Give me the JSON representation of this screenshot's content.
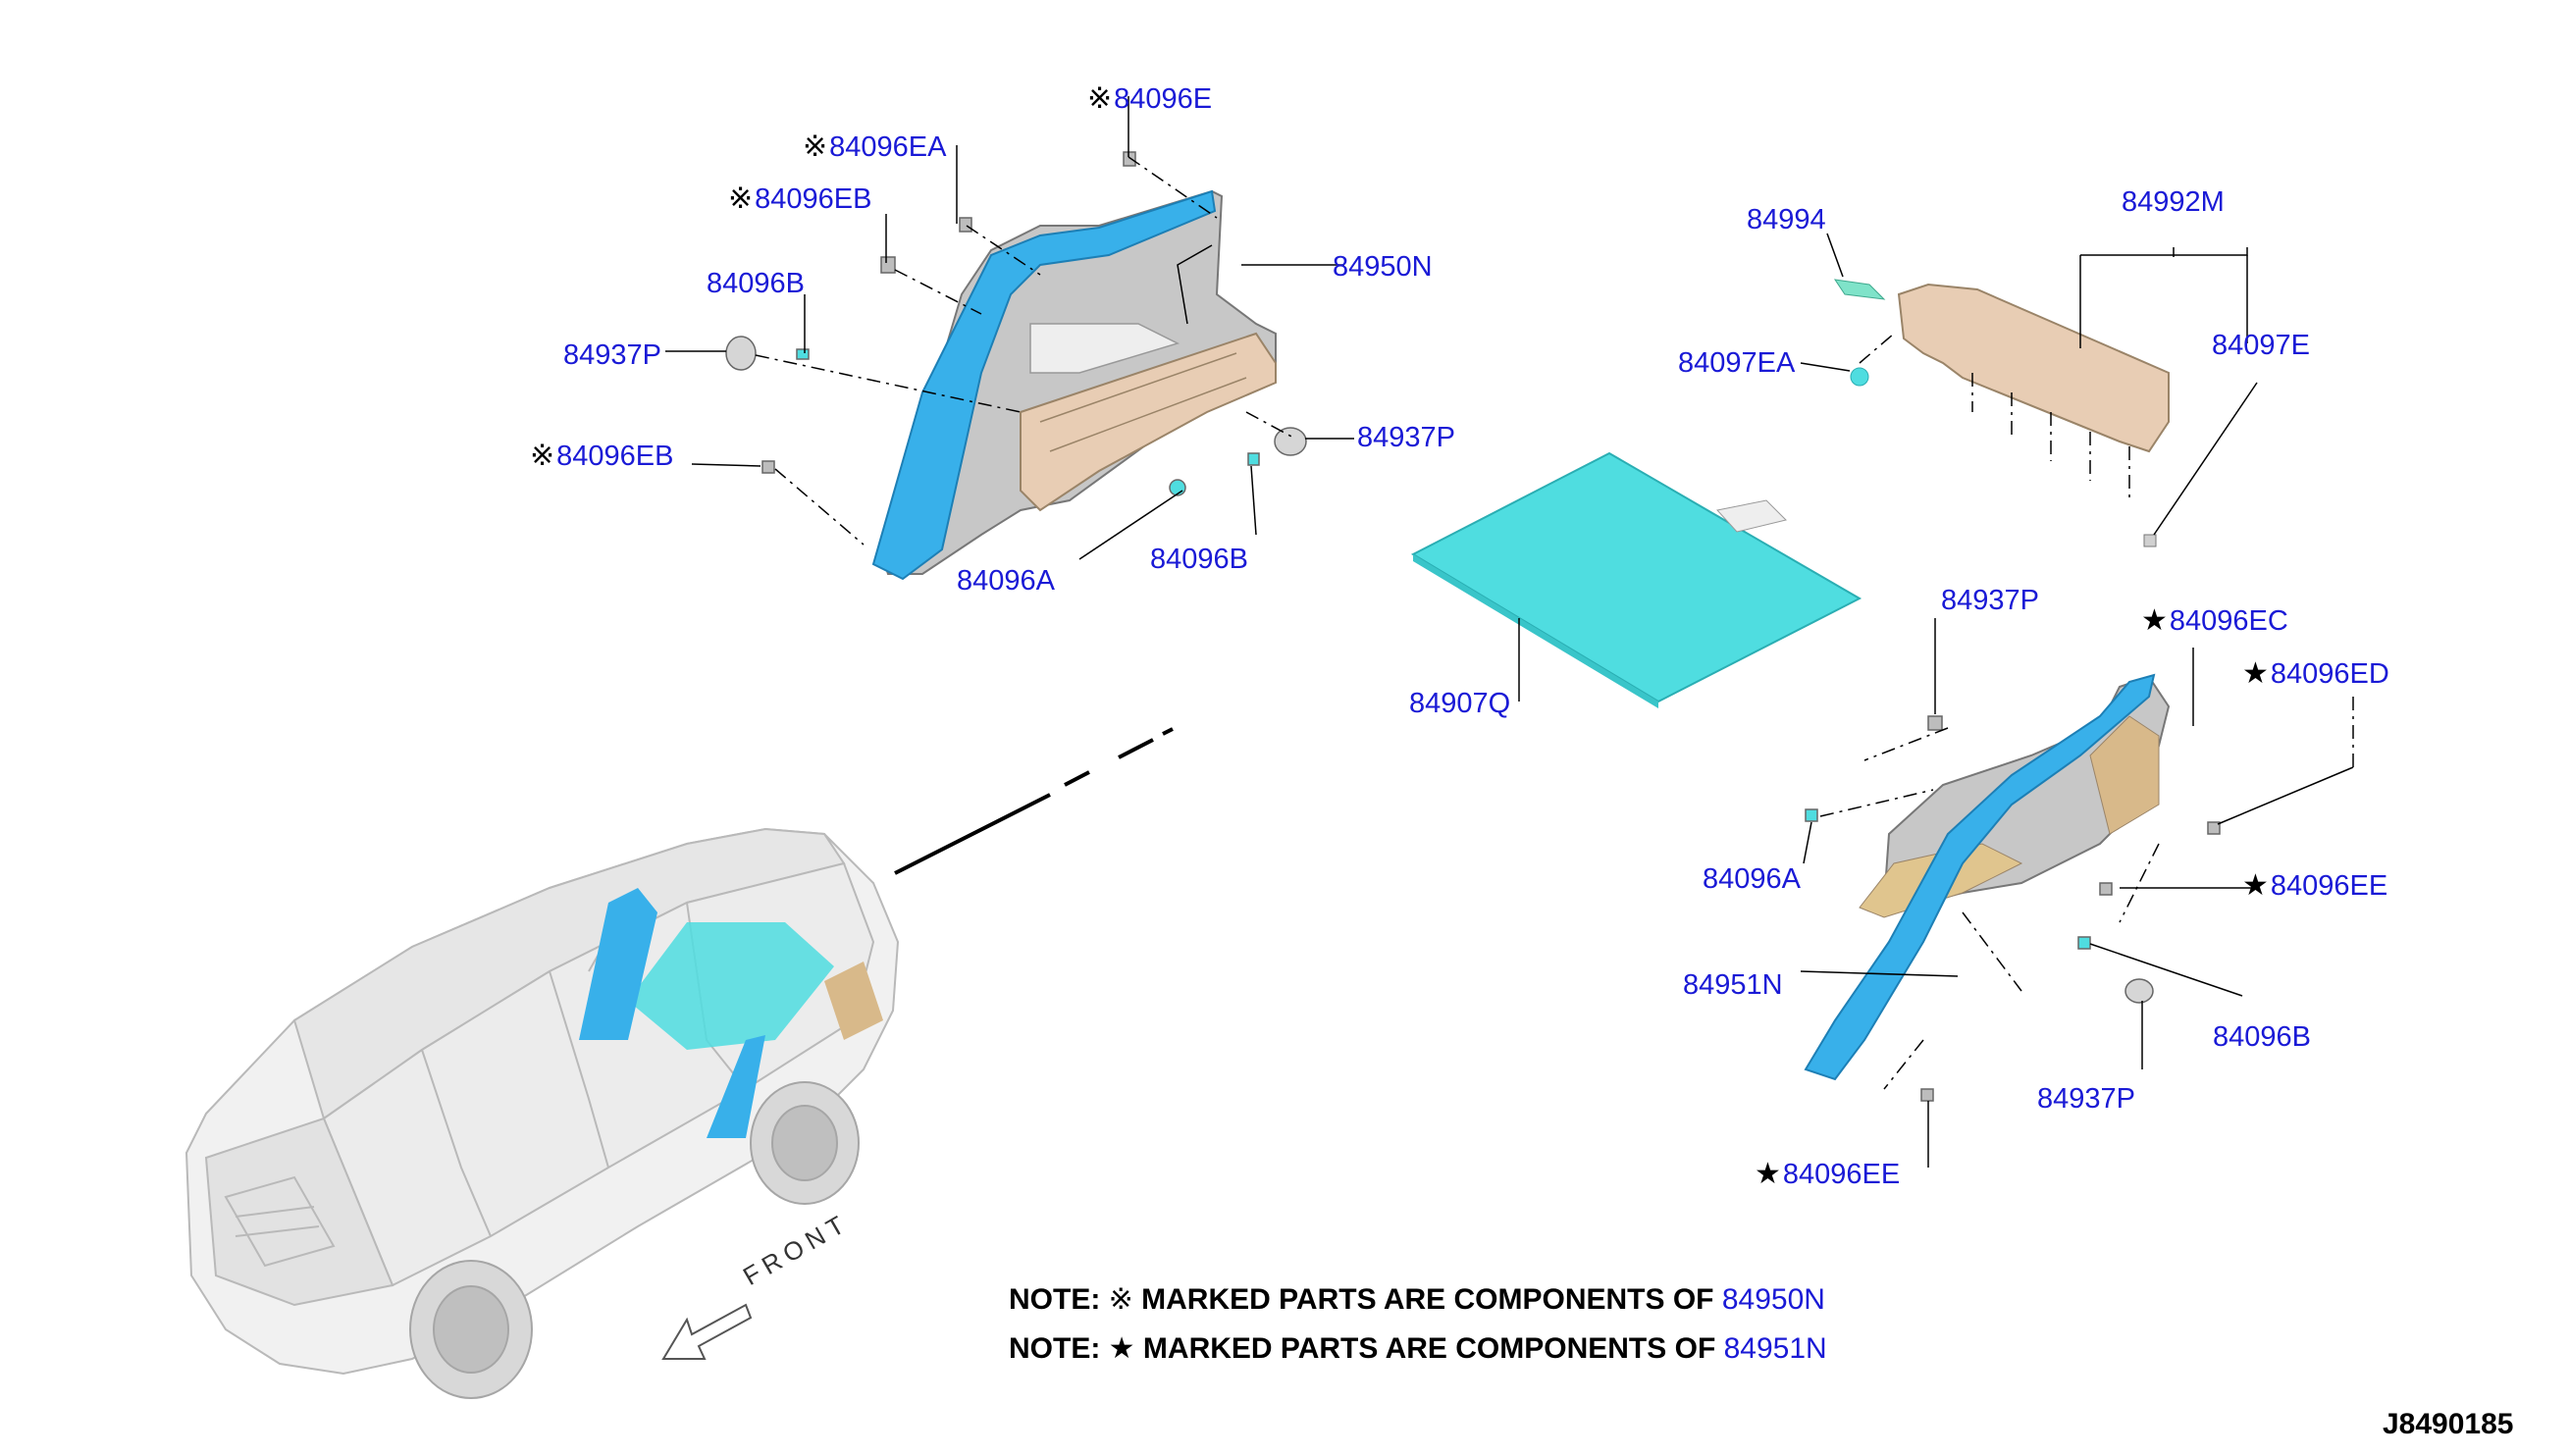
{
  "diagram_code": "J8490185",
  "front_label": "FRONT",
  "colors": {
    "label": "#1a1ad6",
    "part_cyan": "#4fdde0",
    "part_tan": "#e8cdb4",
    "pillar_blue": "#38b0ea",
    "line": "#000000"
  },
  "markers": {
    "ref": "※",
    "star": "★"
  },
  "labels": [
    {
      "id": "l1",
      "text": "84096E",
      "marker": "ref"
    },
    {
      "id": "l2",
      "text": "84096EA",
      "marker": "ref"
    },
    {
      "id": "l3",
      "text": "84096EB",
      "marker": "ref"
    },
    {
      "id": "l4",
      "text": "84096B",
      "marker": ""
    },
    {
      "id": "l5",
      "text": "84937P",
      "marker": ""
    },
    {
      "id": "l6",
      "text": "84096EB",
      "marker": "ref"
    },
    {
      "id": "l7",
      "text": "84950N",
      "marker": ""
    },
    {
      "id": "l8",
      "text": "84937P",
      "marker": ""
    },
    {
      "id": "l9",
      "text": "84096A",
      "marker": ""
    },
    {
      "id": "l10",
      "text": "84096B",
      "marker": ""
    },
    {
      "id": "l11",
      "text": "84994",
      "marker": ""
    },
    {
      "id": "l12",
      "text": "84992M",
      "marker": ""
    },
    {
      "id": "l13",
      "text": "84097EA",
      "marker": ""
    },
    {
      "id": "l14",
      "text": "84097E",
      "marker": ""
    },
    {
      "id": "l15",
      "text": "84907Q",
      "marker": ""
    },
    {
      "id": "l16",
      "text": "84937P",
      "marker": ""
    },
    {
      "id": "l17",
      "text": "84096EC",
      "marker": "star"
    },
    {
      "id": "l18",
      "text": "84096ED",
      "marker": "star"
    },
    {
      "id": "l19",
      "text": "84096A",
      "marker": ""
    },
    {
      "id": "l20",
      "text": "84096EE",
      "marker": "star"
    },
    {
      "id": "l21",
      "text": "84951N",
      "marker": ""
    },
    {
      "id": "l22",
      "text": "84096B",
      "marker": ""
    },
    {
      "id": "l23",
      "text": "84937P",
      "marker": ""
    },
    {
      "id": "l24",
      "text": "84096EE",
      "marker": "star"
    }
  ],
  "notes": [
    {
      "prefix": "NOTE:",
      "marker": "※",
      "text": "MARKED PARTS ARE COMPONENTS OF",
      "part": "84950N"
    },
    {
      "prefix": "NOTE:",
      "marker": "★",
      "text": "MARKED PARTS ARE COMPONENTS OF",
      "part": "84951N"
    }
  ]
}
